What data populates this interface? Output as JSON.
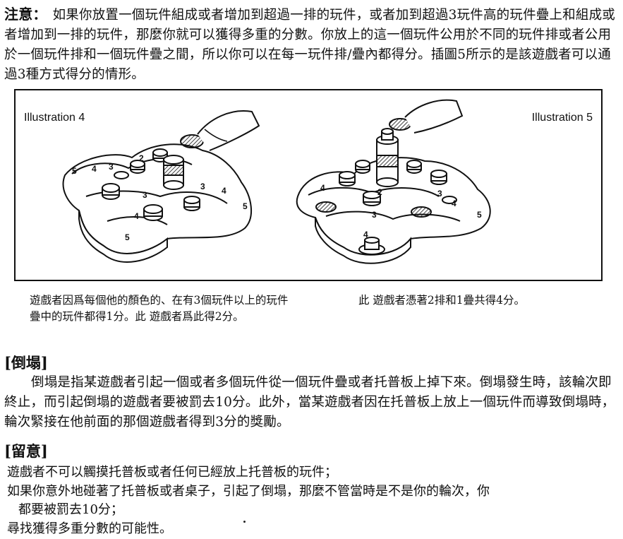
{
  "intro": {
    "lead": "注意：",
    "text": "如果你放置一個玩件組成或者增加到超過一排的玩件，或者加到超過3玩件高的玩件疊上和組成或者增加到一排的玩件，那麼你就可以獲得多重的分數。你放上的這一個玩件公用於不同的玩件排或者公用於一個玩件排和一個玩件疊之間，所以你可以在每一玩件排/疊內都得分。插圖5所示的是該遊戲者可以通過3種方式得分的情形。"
  },
  "illustrations": {
    "left_label": "Illustration 4",
    "right_label": "Illustration 5",
    "left_board_numbers": [
      "5",
      "4",
      "3",
      "2",
      "3",
      "3",
      "4",
      "5",
      "4",
      "5"
    ],
    "right_board_numbers": [
      "4",
      "2",
      "3",
      "3",
      "4",
      "4",
      "5"
    ]
  },
  "captions": {
    "left": "遊戲者因爲每個他的顏色的、在有3個玩件以上的玩件疊中的玩件都得1分。此 遊戲者爲此得2分。",
    "right": "此 遊戲者憑著2排和1疊共得4分。"
  },
  "collapse": {
    "heading": "[倒塌]",
    "text": "倒塌是指某遊戲者引起一個或者多個玩件從一個玩件疊或者托普板上掉下來。倒塌發生時，該輪次即終止，而引起倒塌的遊戲者要被罰去10分。此外，當某遊戲者因在托普板上放上一個玩件而導致倒塌時，輪次緊接在他前面的那個遊戲者得到3分的獎勵。"
  },
  "caution": {
    "heading": "[留意]",
    "items": [
      "遊戲者不可以觸摸托普板或者任何已經放上托普板的玩件；",
      "如果你意外地碰著了托普板或者桌子，引起了倒塌，那麼不管當時是不是你的輪次，你",
      "都要被罰去10分；",
      "尋找獲得多重分數的可能性。"
    ]
  }
}
